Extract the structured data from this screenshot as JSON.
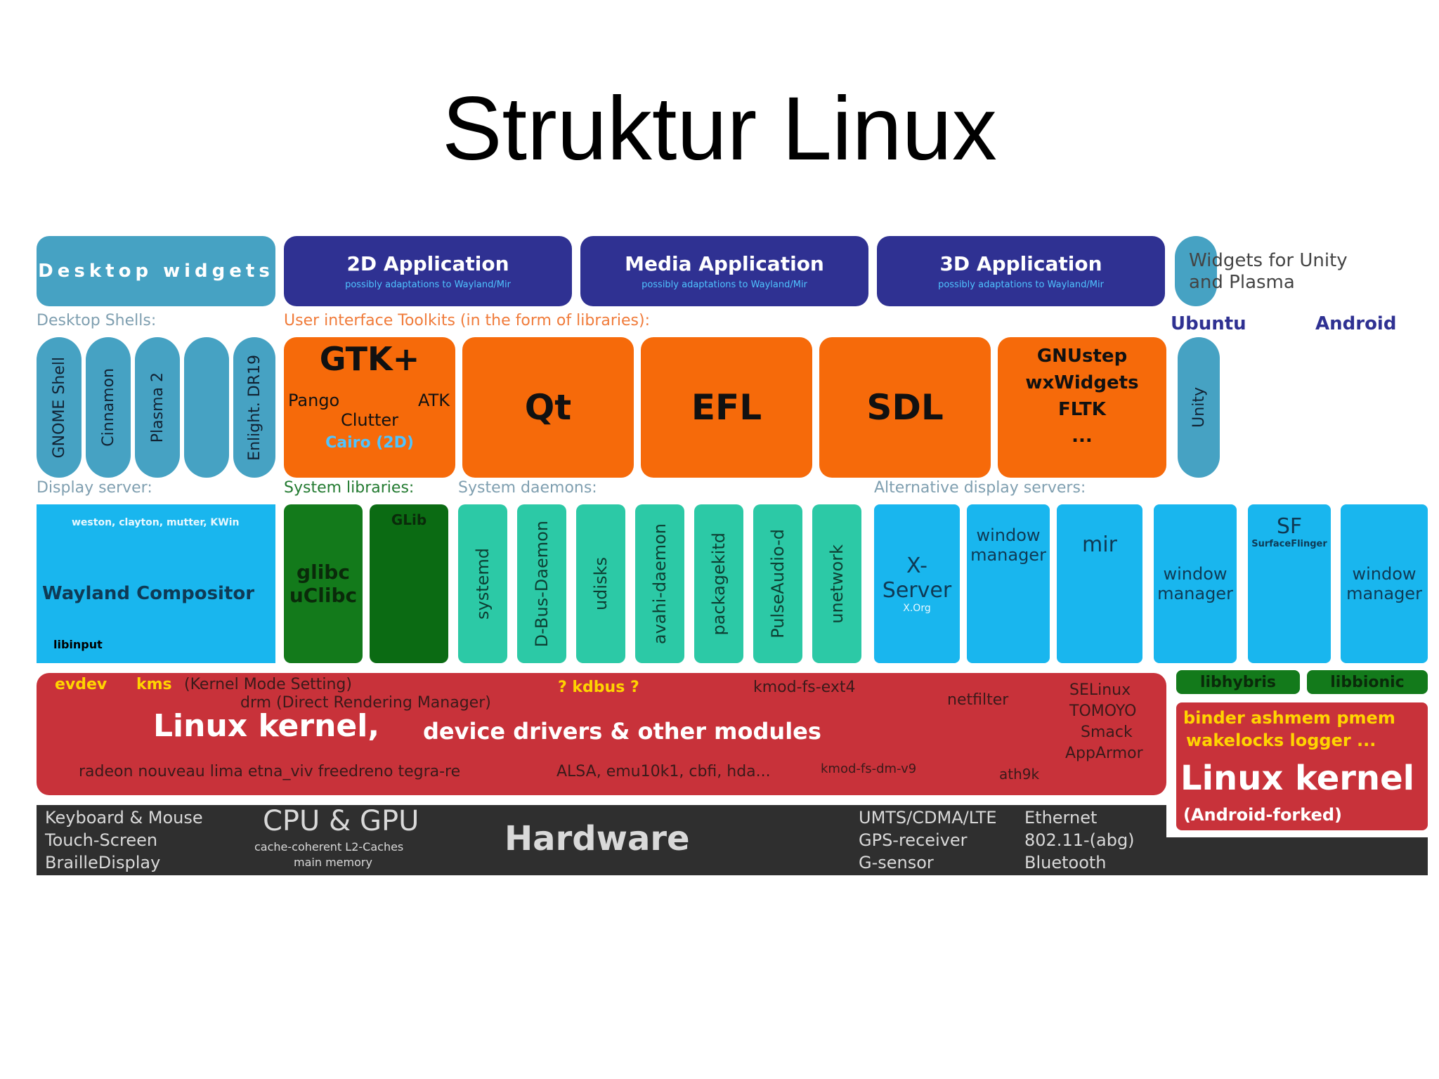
{
  "title": "Struktur Linux",
  "top_row": {
    "desktop_widgets": "Desktop widgets",
    "apps": [
      {
        "label": "2D Application",
        "sub": "possibly adaptations to Wayland/Mir"
      },
      {
        "label": "Media Application",
        "sub": "possibly adaptations to Wayland/Mir"
      },
      {
        "label": "3D Application",
        "sub": "possibly adaptations to Wayland/Mir"
      }
    ],
    "widgets_for": "Widgets for Unity and Plasma"
  },
  "labels": {
    "desktop_shells": "Desktop Shells:",
    "ui_toolkits": "User interface Toolkits (in the form of libraries):",
    "ubuntu": "Ubuntu",
    "android": "Android",
    "display_server": "Display server:",
    "system_libraries": "System libraries:",
    "system_daemons": "System daemons:",
    "alt_display": "Alternative display servers:"
  },
  "shells": [
    "GNOME Shell",
    "Cinnamon",
    "Plasma 2",
    "",
    "Enlight. DR19"
  ],
  "toolkits": {
    "gtk": {
      "name": "GTK+",
      "pango": "Pango",
      "atk": "ATK",
      "clutter": "Clutter",
      "cairo": "Cairo (2D)"
    },
    "qt": "Qt",
    "efl": "EFL",
    "sdl": "SDL",
    "others": [
      "GNUstep",
      "wxWidgets",
      "FLTK",
      "..."
    ],
    "unity": "Unity"
  },
  "display": {
    "wayland": "Wayland Compositor",
    "clients": "weston, clayton, mutter, KWin",
    "libinput": "libinput"
  },
  "libs": {
    "glibc": "glibc",
    "uclibc": "uClibc",
    "glib": "GLib"
  },
  "daemons": [
    "systemd",
    "D-Bus-Daemon",
    "udisks",
    "avahi-daemon",
    "packagekitd",
    "PulseAudio-d",
    "unetwork"
  ],
  "alt_servers": [
    {
      "main": "X-Server",
      "sub": "X.Org"
    },
    {
      "main": "window manager",
      "sub": ""
    },
    {
      "main": "mir",
      "sub": ""
    },
    {
      "main": "window manager",
      "sub": ""
    },
    {
      "main": "SF",
      "sub": "SurfaceFlinger"
    },
    {
      "main": "window manager",
      "sub": ""
    }
  ],
  "kernel": {
    "evdev": "evdev",
    "kms": "kms",
    "kms_desc": "(Kernel Mode Setting)",
    "drm": "drm (Direct Rendering Manager)",
    "kdbus": "? kdbus ?",
    "kmod_ext4": "kmod-fs-ext4",
    "netfilter": "netfilter",
    "security": [
      "SELinux",
      "TOMOYO",
      "Smack",
      "AppArmor"
    ],
    "title": "Linux kernel,",
    "subtitle": "device drivers & other modules",
    "drivers": "radeon nouveau lima etna_viv freedreno tegra-re",
    "alsa": "ALSA, emu10k1, cbfi, hda...",
    "kmod2": "kmod-fs-dm-v9",
    "ath9k": "ath9k"
  },
  "android_kernel": {
    "libhybris": "libhybris",
    "libbionic": "libbionic",
    "line1": "binder  ashmem  pmem",
    "line2": "wakelocks  logger  ...",
    "title": "Linux kernel",
    "sub": "(Android-forked)"
  },
  "hardware": {
    "input": [
      "Keyboard & Mouse",
      "Touch-Screen",
      "BrailleDisplay"
    ],
    "cpu": "CPU & GPU",
    "cpu_sub1": "cache-coherent L2-Caches",
    "cpu_sub2": "main memory",
    "title": "Hardware",
    "radio": [
      "UMTS/CDMA/LTE",
      "GPS-receiver",
      "G-sensor"
    ],
    "net": [
      "Ethernet",
      "802.11-(abg)",
      "Bluetooth"
    ]
  }
}
